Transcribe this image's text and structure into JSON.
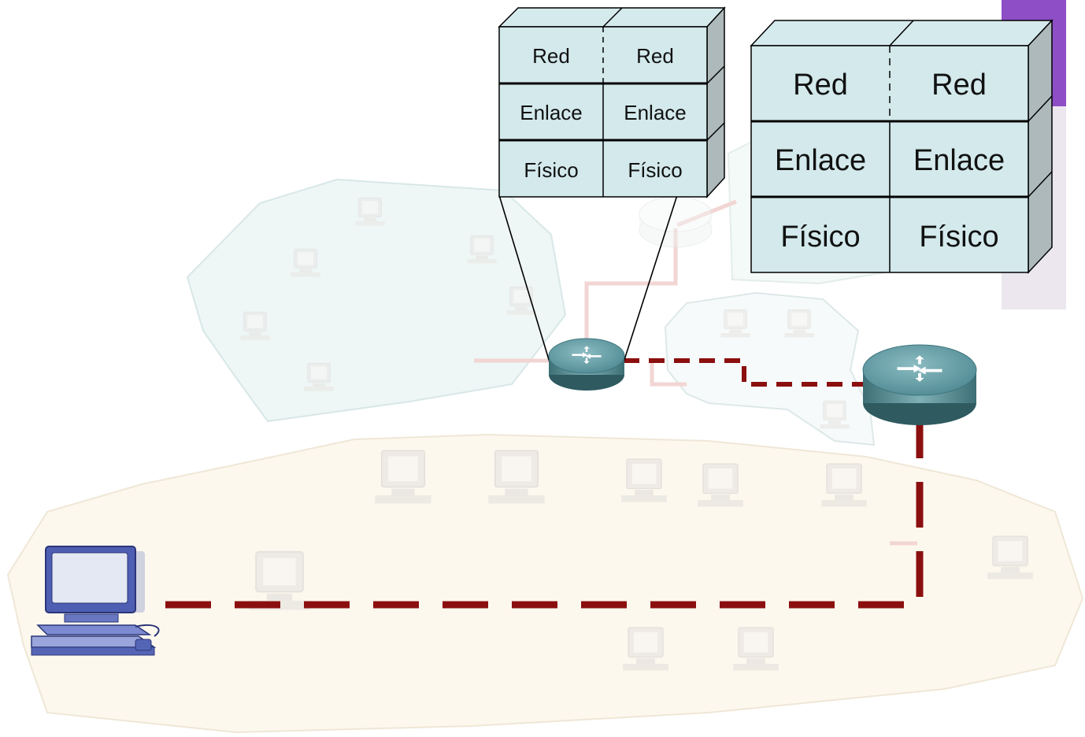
{
  "stack_small": {
    "rows": [
      {
        "left": "Red",
        "right": "Red"
      },
      {
        "left": "Enlace",
        "right": "Enlace"
      },
      {
        "left": "Físico",
        "right": "Físico"
      }
    ]
  },
  "stack_large": {
    "rows": [
      {
        "left": "Red",
        "right": "Red"
      },
      {
        "left": "Enlace",
        "right": "Enlace"
      },
      {
        "left": "Físico",
        "right": "Físico"
      }
    ]
  },
  "colors": {
    "accent_purple": "#8e4ec6",
    "path_dashed": "#8b0f0f",
    "stack_face": "#d3e9ec",
    "stack_side": "#aab6b8",
    "router_body": "#4e8a92"
  },
  "icons": {
    "router": "router-icon",
    "computer": "computer-icon"
  }
}
